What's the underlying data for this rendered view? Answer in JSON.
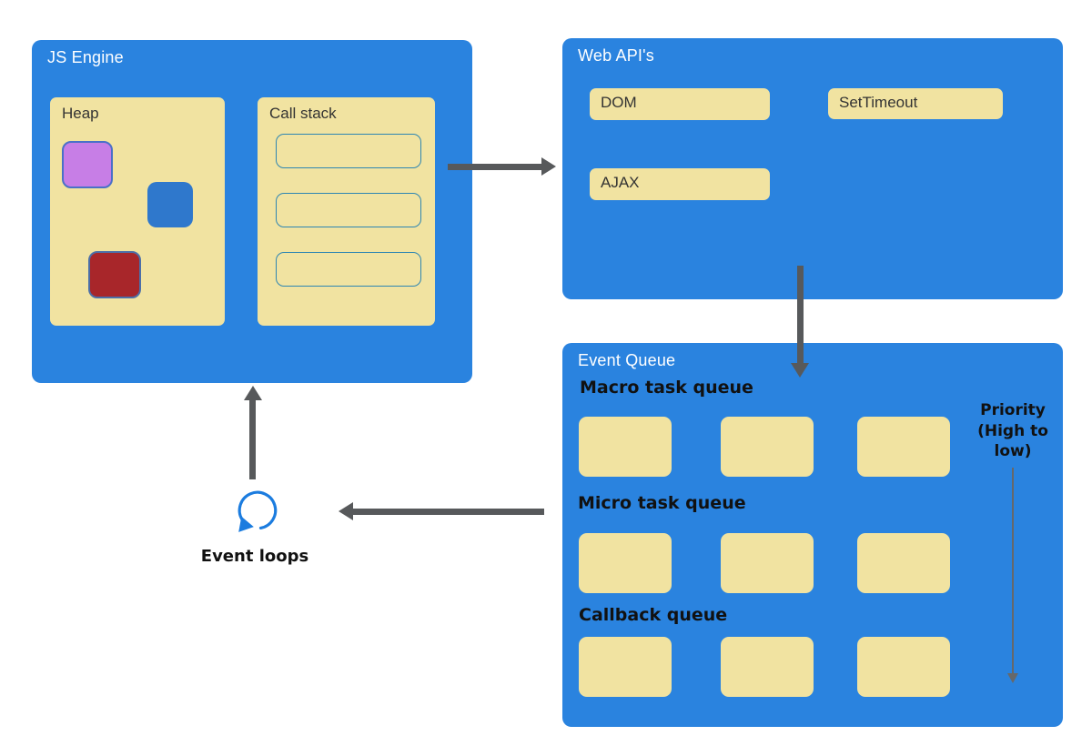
{
  "colors": {
    "panel_blue": "#2A83DF",
    "slot_yellow": "#F1E3A1",
    "arrow_gray": "#57595B",
    "thin_arrow_gray": "#66686A",
    "loop_icon_blue": "#1B7CDF",
    "callstack_slot_border": "#2E86B2",
    "heap_object_purple": "#C77EE6",
    "heap_object_purple_border": "#4A70C8",
    "heap_object_blue": "#2F78CC",
    "heap_object_red": "#A8262A",
    "heap_object_red_border": "#4C6FA8"
  },
  "js_engine": {
    "title": "JS Engine",
    "heap": {
      "title": "Heap"
    },
    "call_stack": {
      "title": "Call stack",
      "slot_count": 3
    }
  },
  "web_apis": {
    "title": "Web API's",
    "items": [
      {
        "label": "DOM"
      },
      {
        "label": "SetTimeout"
      },
      {
        "label": "AJAX"
      }
    ]
  },
  "event_queue": {
    "title": "Event Queue",
    "queues": [
      {
        "label": "Macro task queue",
        "slot_count": 3
      },
      {
        "label": "Micro task queue",
        "slot_count": 3
      },
      {
        "label": "Callback queue",
        "slot_count": 3
      }
    ],
    "priority_label": "Priority (High to low)"
  },
  "event_loop": {
    "label": "Event loops"
  }
}
